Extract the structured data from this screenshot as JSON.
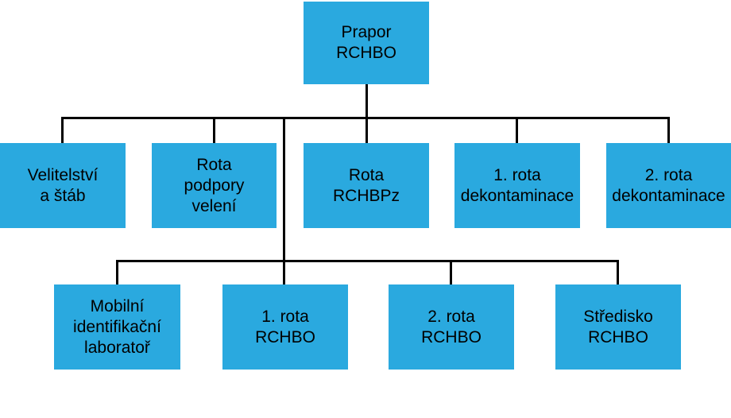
{
  "org_chart": {
    "root": {
      "label": "Prapor\nRCHBO"
    },
    "level2": [
      {
        "label": "Velitelství\na štáb"
      },
      {
        "label": "Rota\npodpory\nvelení"
      },
      {
        "label": "Rota\nRCHBPz"
      },
      {
        "label": "1. rota\ndekontaminace"
      },
      {
        "label": "2. rota\ndekontaminace"
      }
    ],
    "level3": [
      {
        "label": "Mobilní\nidentifikační\nlaboratoř"
      },
      {
        "label": "1. rota\nRCHBO"
      },
      {
        "label": "2. rota\nRCHBO"
      },
      {
        "label": "Středisko\nRCHBO"
      }
    ],
    "colors": {
      "node_fill": "#2aa9df",
      "connector": "#000000",
      "text": "#000000",
      "background": "#ffffff"
    }
  }
}
